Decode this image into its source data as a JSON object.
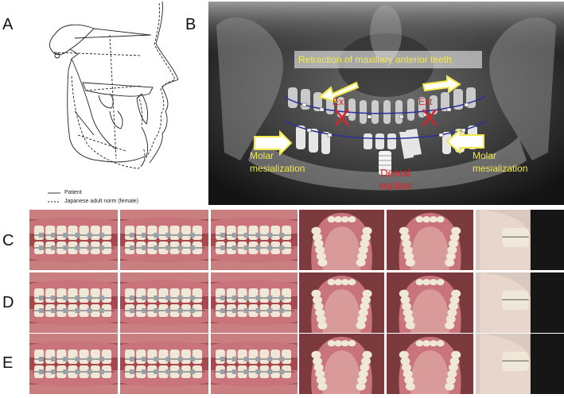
{
  "panels": {
    "a": "A",
    "b": "B",
    "c": "C",
    "d": "D",
    "e": "E"
  },
  "legend": {
    "patient": "Patient",
    "norm": "Japanese adult norm (female)"
  },
  "xray": {
    "retraction_label": "Retraction of maxillary anterior teeth",
    "ext_left": "Ext",
    "ext_right": "Ext",
    "molar_left_1": "Molar",
    "molar_left_2": "mesialization",
    "molar_right_1": "Molar",
    "molar_right_2": "mesialization",
    "implant_1": "Dental",
    "implant_2": "implant"
  },
  "colors": {
    "annotation_yellow": "#f2ea4b",
    "ext_red": "#e0202a",
    "arch_blue": "#2b2f9c",
    "gingiva": "#c9737a",
    "tooth": "#efe8d8",
    "bracket": "#9aa0a8"
  }
}
